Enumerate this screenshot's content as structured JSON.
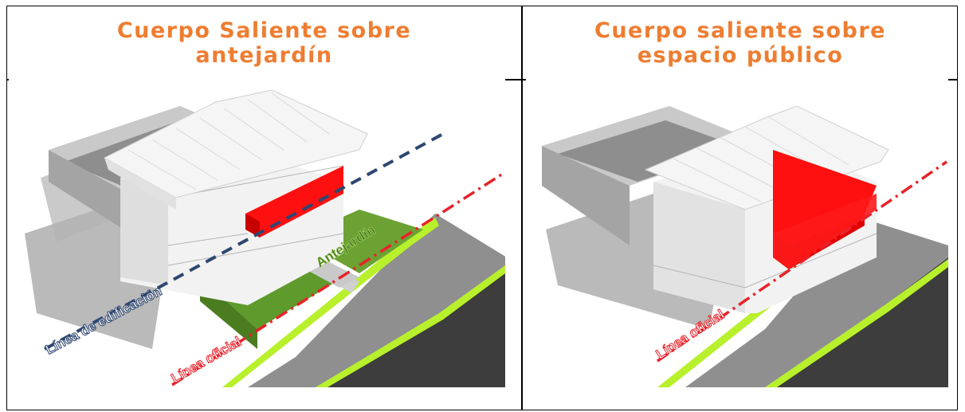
{
  "headers": {
    "left": "Cuerpo Saliente sobre\nantejardín",
    "right": "Cuerpo saliente sobre\nespacio público"
  },
  "labels": {
    "linea_edificacion": "Línea de edificación",
    "linea_oficial_left": "Línea oficial",
    "antejardin": "Antejardín",
    "linea_oficial_right": "Línea oficial"
  },
  "colors": {
    "header_text": "#ee7d31",
    "salient_body": "#ff1010",
    "green_lawn": "#6ba233",
    "lime_strip": "#b8f02c",
    "road": "#3f3f3f",
    "official_line": "#e8222a",
    "building_line": "#2e4770"
  }
}
